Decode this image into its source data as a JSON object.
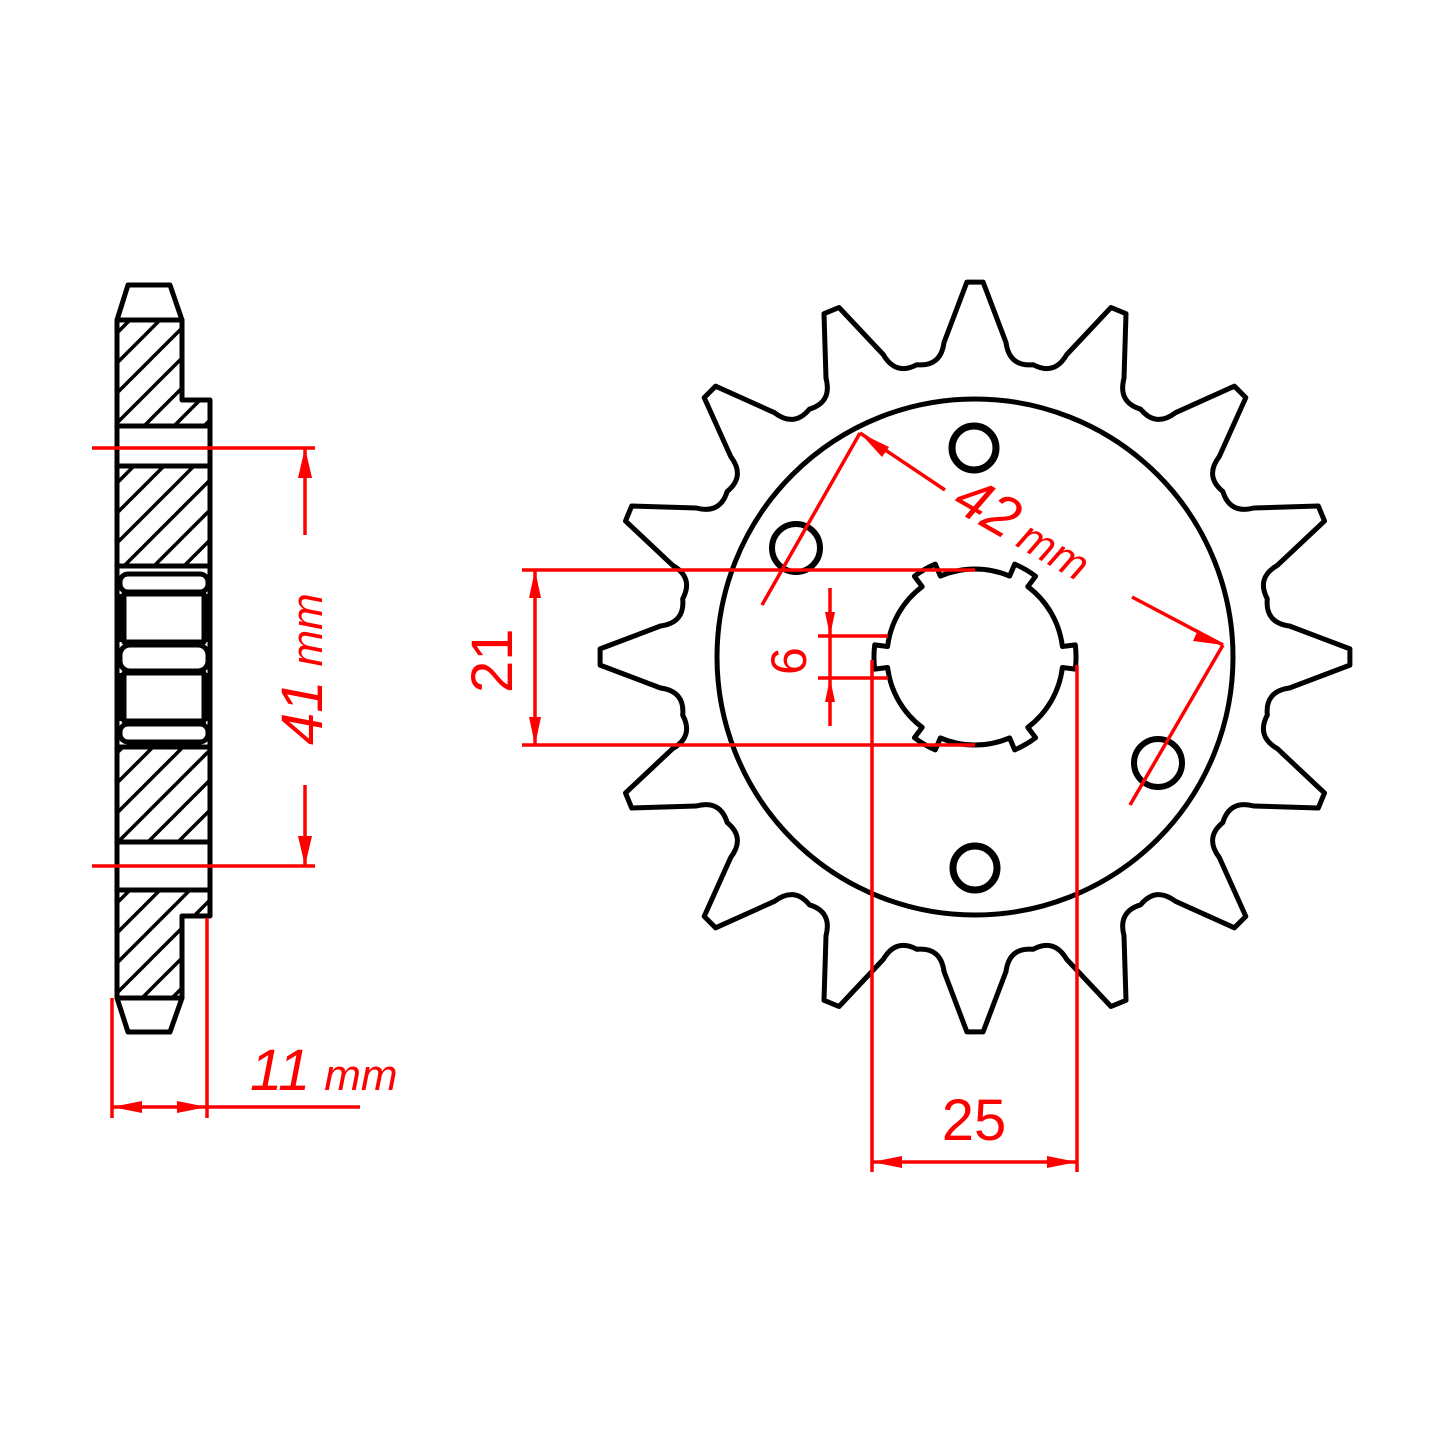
{
  "drawing": {
    "title": "Front sprocket technical drawing",
    "views": [
      "side-section-view",
      "front-view"
    ],
    "colors": {
      "outline": "#000000",
      "dimension": "#ff0000",
      "background": "#ffffff"
    }
  },
  "sprocket": {
    "teeth_count": 16,
    "bolt_holes": 4,
    "spline_bore": true
  },
  "dimensions": {
    "hub_diameter": {
      "value": "41",
      "unit": "mm"
    },
    "thickness": {
      "value": "11",
      "unit": "mm"
    },
    "bolt_circle": {
      "value": "42",
      "unit": "mm"
    },
    "spline_minor": {
      "value": "21",
      "unit": ""
    },
    "spline_width": {
      "value": "6",
      "unit": ""
    },
    "spline_major": {
      "value": "25",
      "unit": ""
    }
  }
}
